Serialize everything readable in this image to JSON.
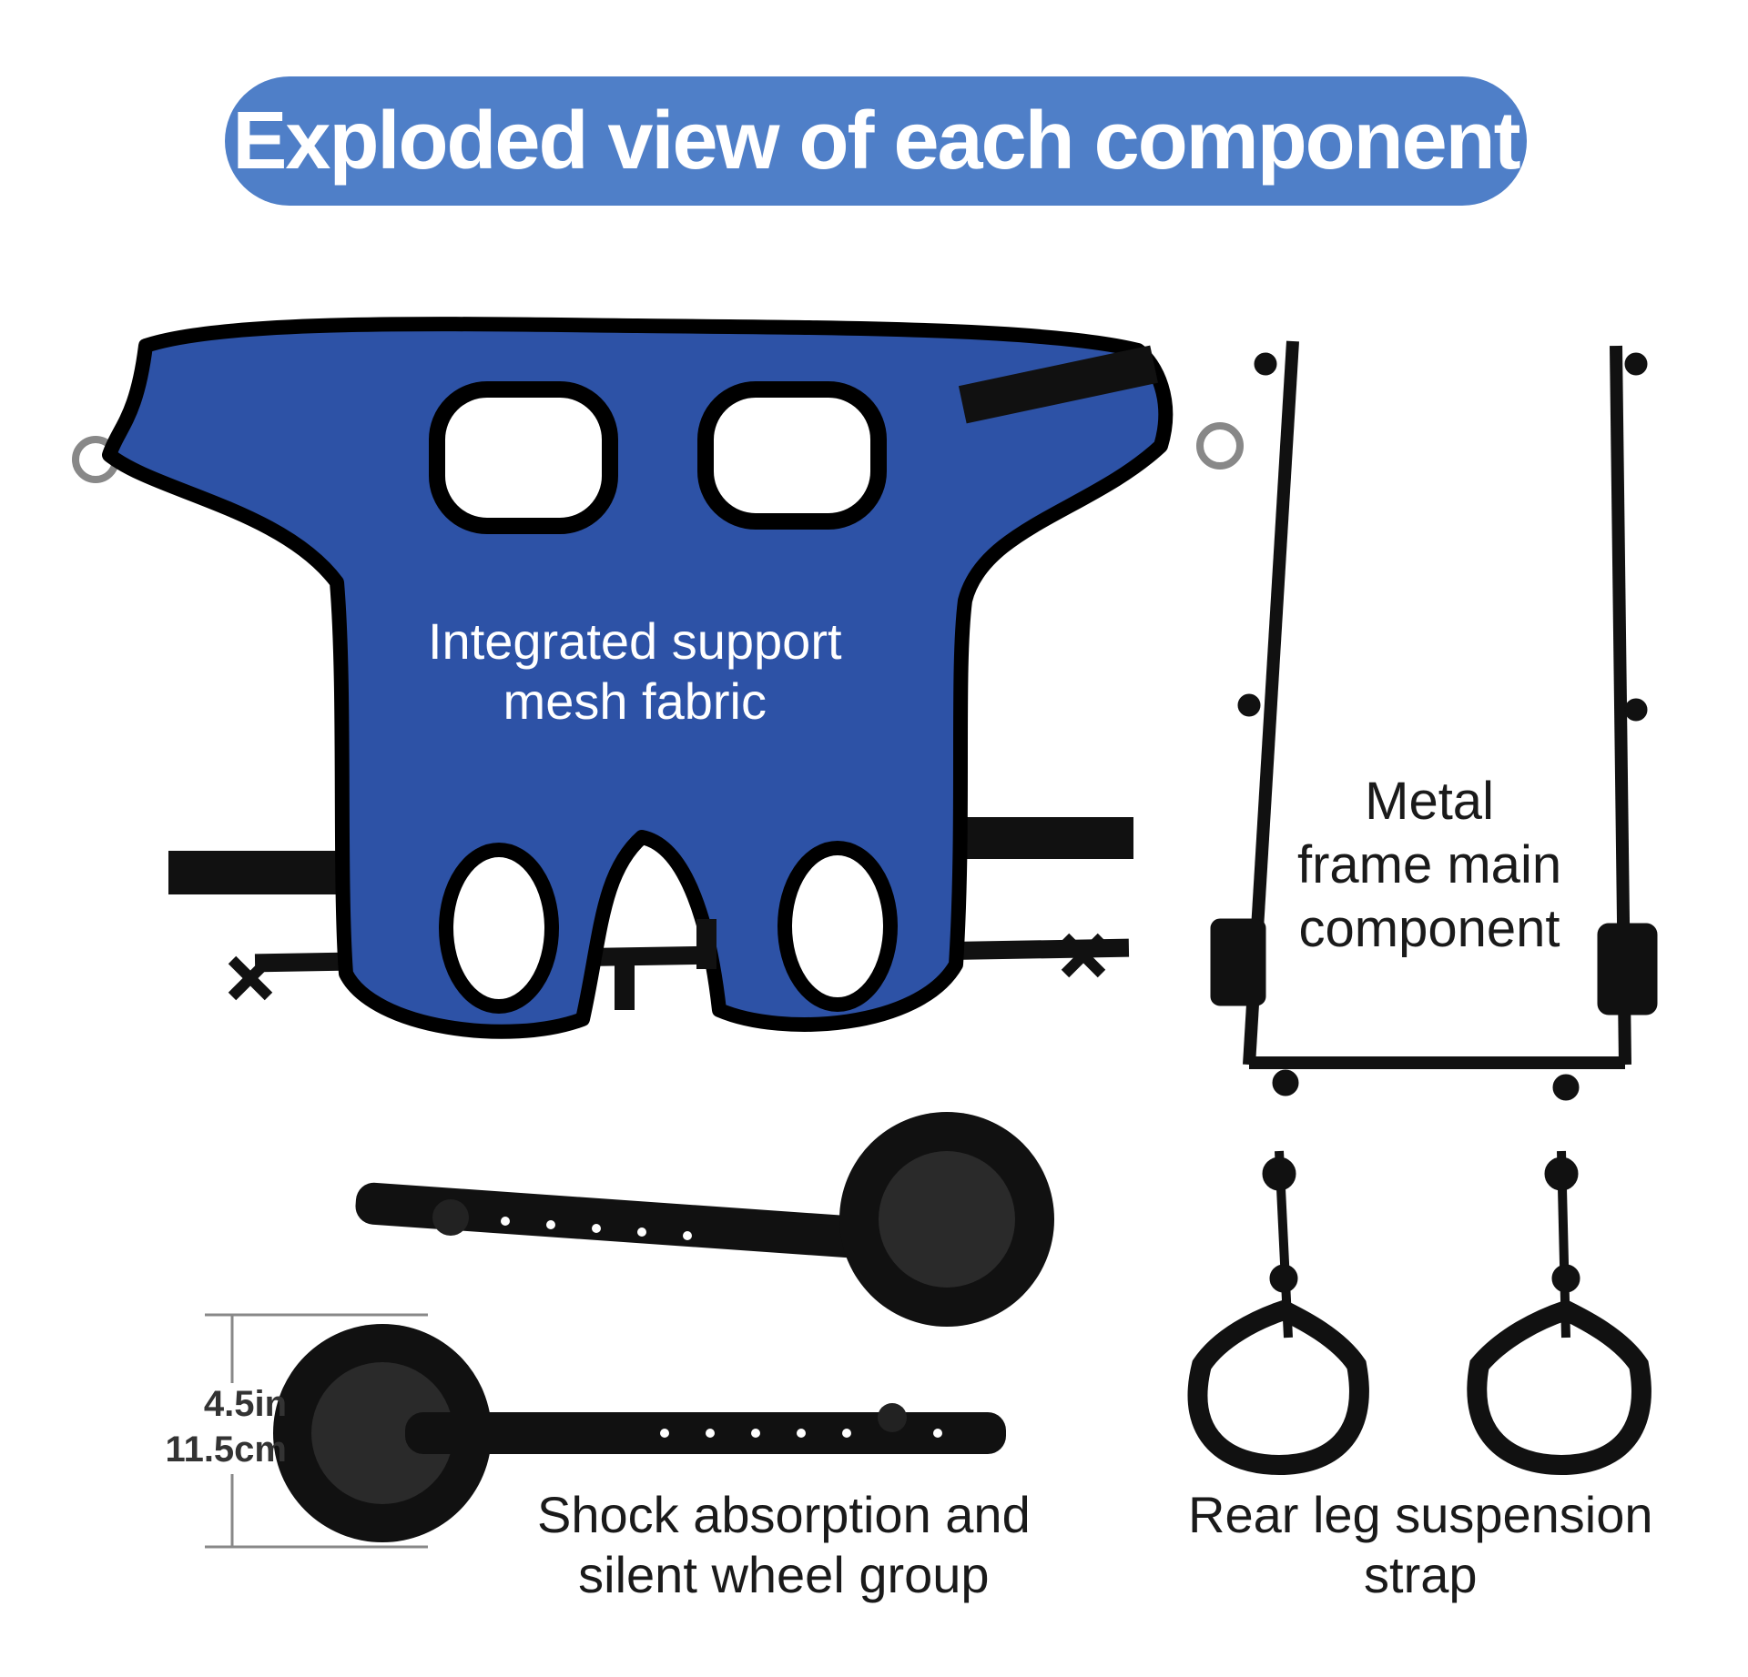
{
  "title": "Exploded view of each component",
  "colors": {
    "title_bg": "#4f7fc8",
    "fabric": "#2d52a6",
    "frame": "#111111",
    "background": "#ffffff"
  },
  "components": {
    "harness": {
      "label_line1": "Integrated support",
      "label_line2": "mesh fabric"
    },
    "frame": {
      "label_line1": "Metal",
      "label_line2": "frame main",
      "label_line3": "component"
    },
    "wheels": {
      "label_line1": "Shock absorption and",
      "label_line2": "silent wheel group"
    },
    "strap": {
      "label_line1": "Rear leg suspension",
      "label_line2": "strap"
    }
  },
  "dimension": {
    "imperial": "4.5in",
    "metric": "11.5cm"
  }
}
